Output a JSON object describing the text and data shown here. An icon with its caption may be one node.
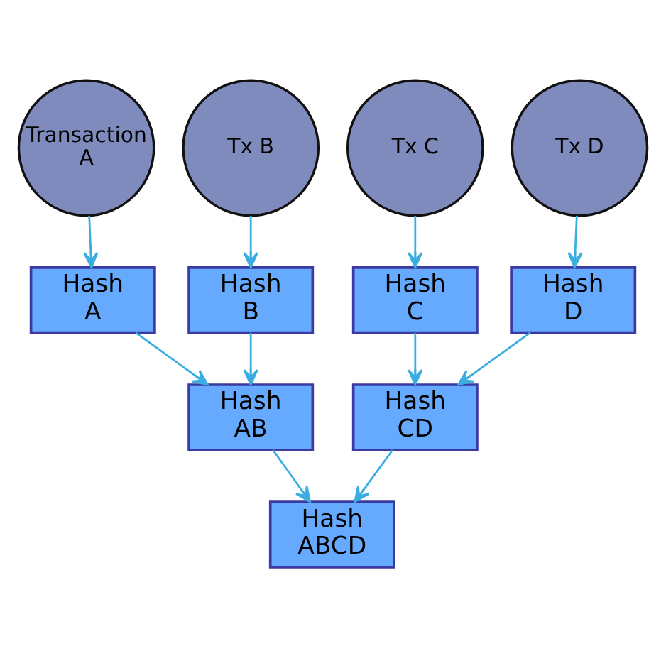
{
  "diagram": {
    "nodes": [
      {
        "text": [
          "Transaction A"
        ]
      },
      {
        "text": [
          "Tx B"
        ]
      },
      {
        "text": [
          "Tx C"
        ]
      },
      {
        "text": [
          "Tx D"
        ]
      },
      {
        "text": [
          "Hash A"
        ]
      },
      {
        "text": [
          "Hash B"
        ]
      },
      {
        "text": [
          "Hash C"
        ]
      },
      {
        "text": [
          "Hash D"
        ]
      },
      {
        "text": [
          "Hash AB"
        ]
      },
      {
        "text": [
          "Hash CD"
        ]
      },
      {
        "text": [
          "Hash ABCD"
        ]
      }
    ],
    "edges": [
      {
        "from": 0,
        "to": 4,
        "arrow": "to"
      },
      {
        "from": 1,
        "to": 5,
        "arrow": "to"
      },
      {
        "from": 2,
        "to": 6,
        "arrow": "to"
      },
      {
        "from": 3,
        "to": 7,
        "arrow": "to"
      },
      {
        "from": 4,
        "to": 8,
        "arrow": "to"
      },
      {
        "from": 5,
        "to": 8,
        "arrow": "to"
      },
      {
        "from": 6,
        "to": 9,
        "arrow": "to"
      },
      {
        "from": 7,
        "to": 9,
        "arrow": "to"
      },
      {
        "from": 8,
        "to": 10,
        "arrow": "to"
      },
      {
        "from": 9,
        "to": 10,
        "arrow": "to"
      }
    ]
  }
}
